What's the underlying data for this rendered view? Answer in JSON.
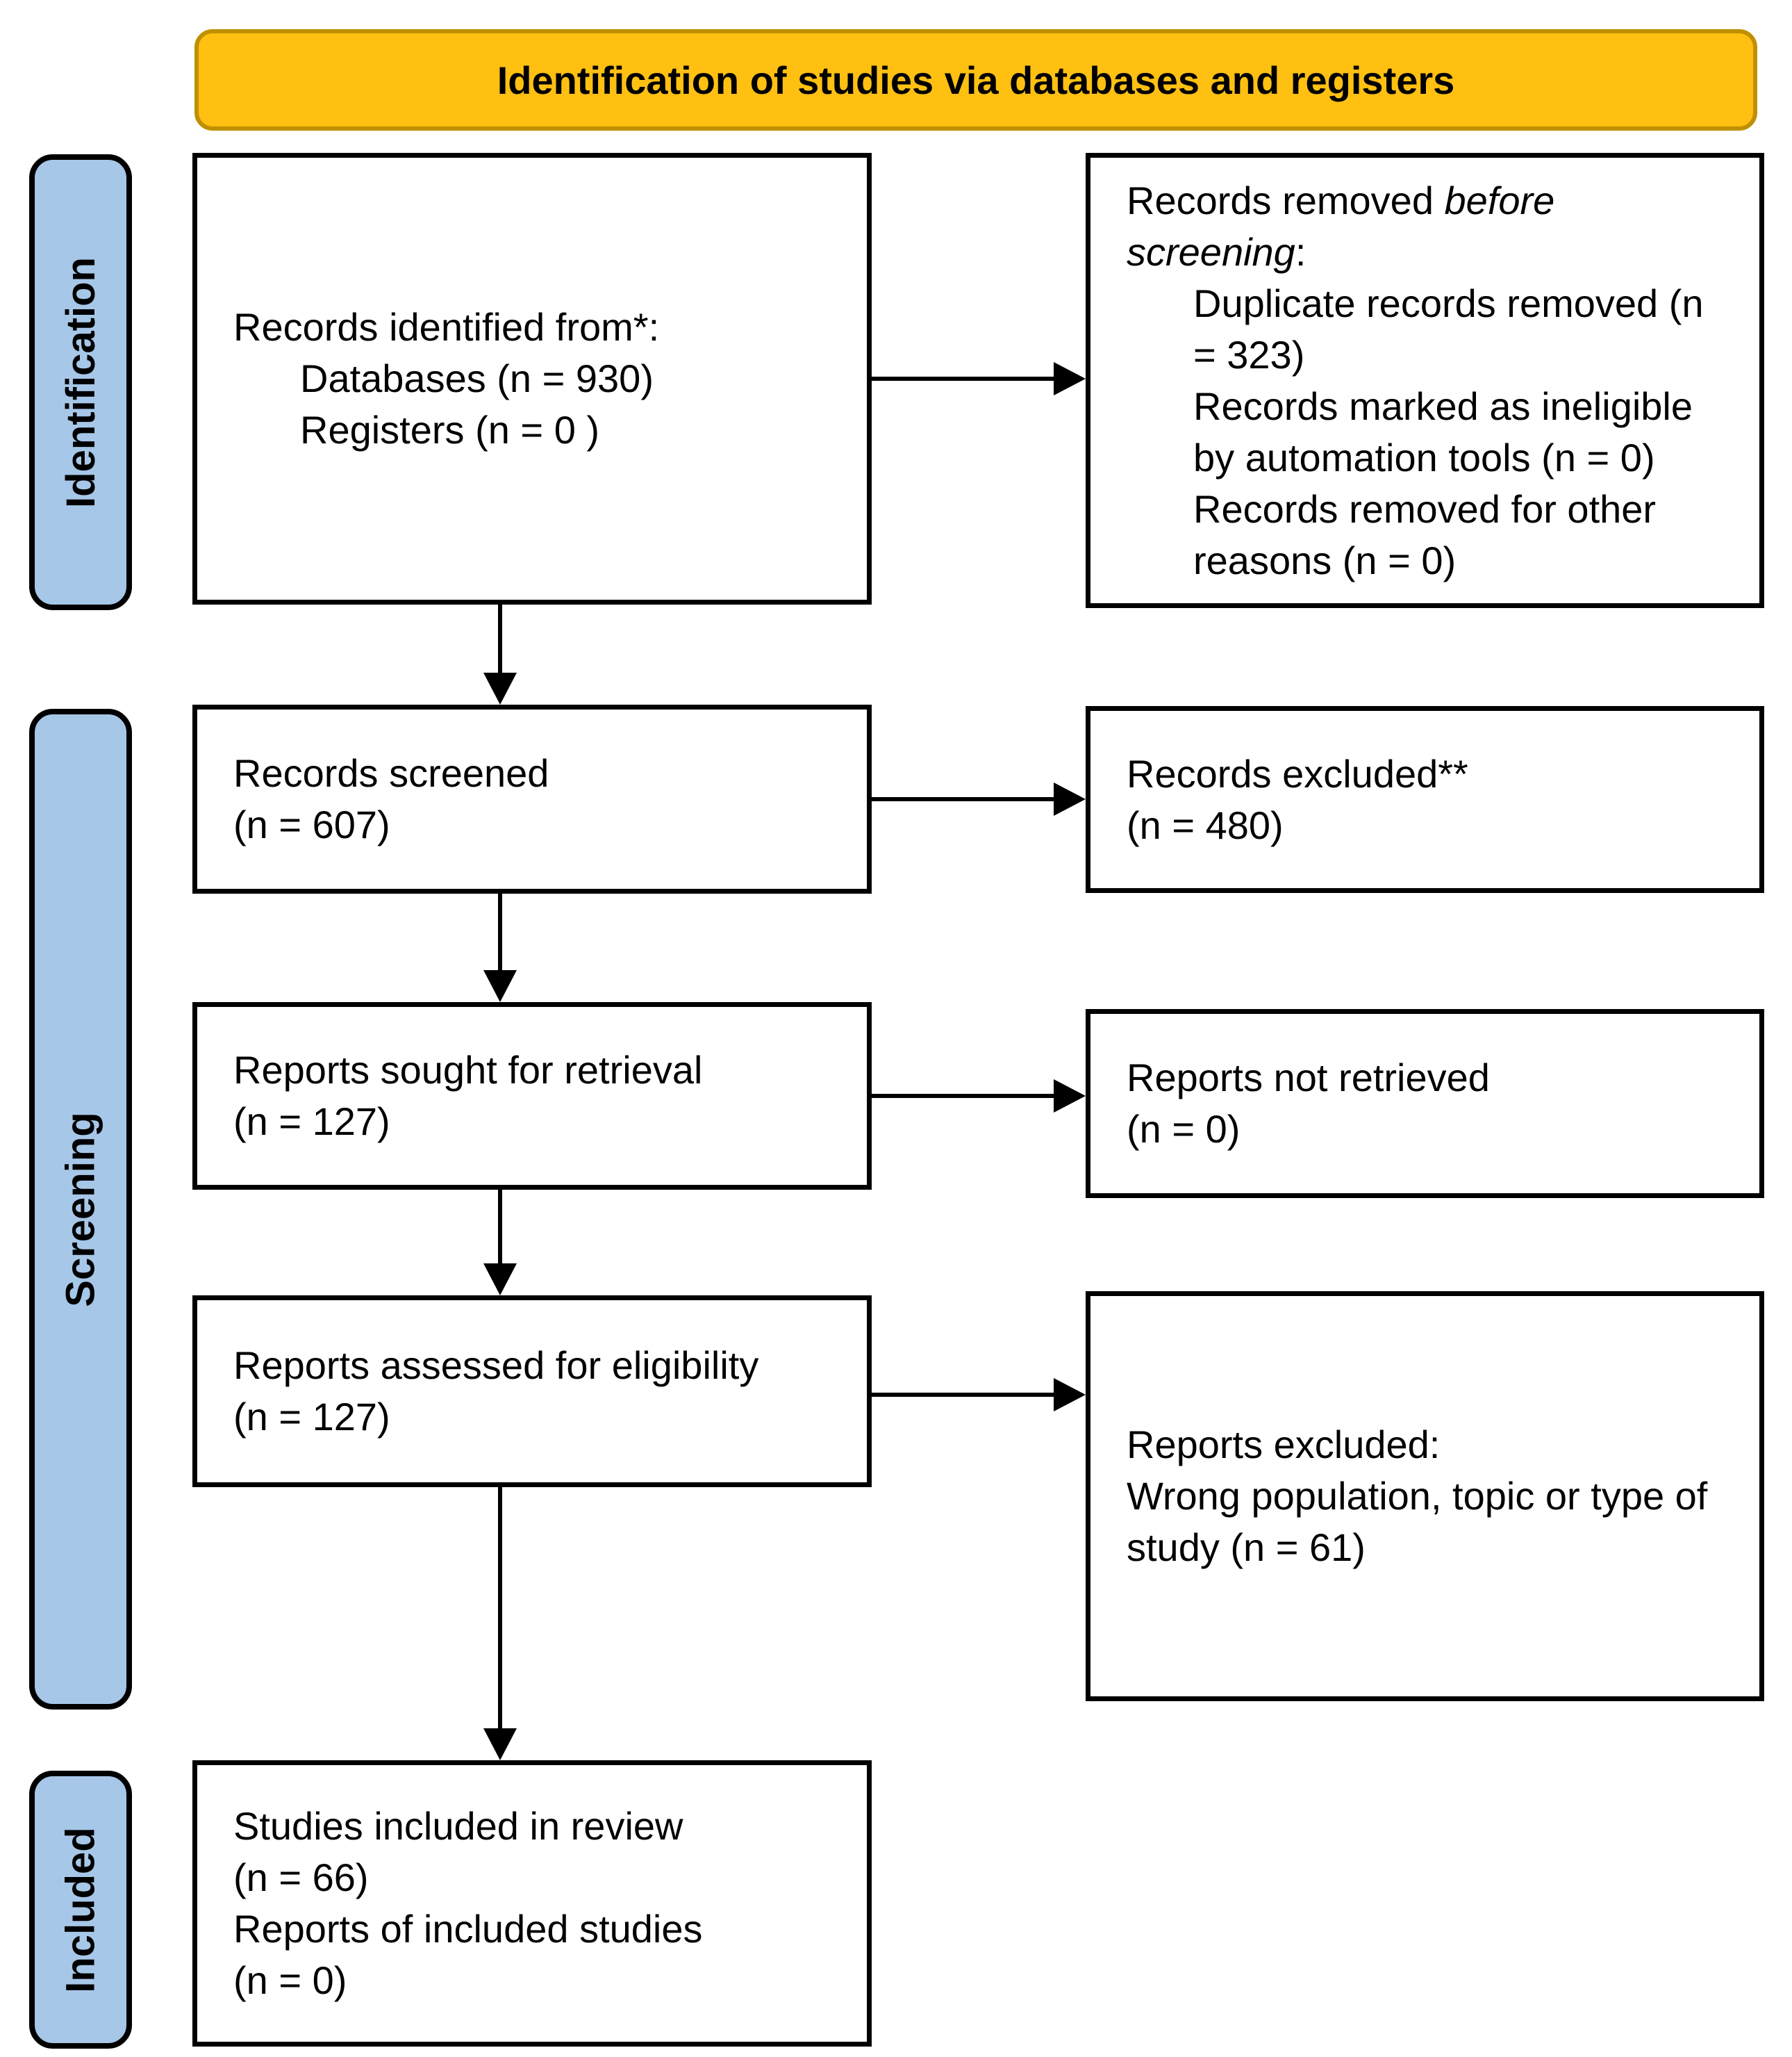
{
  "colors": {
    "header_bg": "#FFC012",
    "header_border": "#BF9000",
    "sidebar_bg": "#A7C7E8",
    "sidebar_border": "#000000",
    "box_border": "#000000",
    "arrow": "#000000",
    "text": "#000000"
  },
  "header": {
    "title": "Identification of studies via databases and registers"
  },
  "sidebar": {
    "identification": "Identification",
    "screening": "Screening",
    "included": "Included"
  },
  "boxes": {
    "records_identified": {
      "title": "Records identified from*:",
      "items": [
        "Databases (n = 930)",
        "Registers (n = 0 )"
      ]
    },
    "records_removed": {
      "intro_normal": "Records removed ",
      "intro_italic": "before screening",
      "intro_suffix": ":",
      "items": [
        "Duplicate records removed (n = 323)",
        "Records marked as ineligible by automation tools (n = 0)",
        "Records removed for other reasons (n = 0)"
      ]
    },
    "records_screened": {
      "lines": [
        "Records screened",
        "(n = 607)"
      ]
    },
    "records_excluded": {
      "lines": [
        "Records excluded**",
        "(n = 480)"
      ]
    },
    "reports_sought": {
      "lines": [
        "Reports sought for retrieval",
        "(n = 127)"
      ]
    },
    "reports_not_retrieved": {
      "lines": [
        "Reports not retrieved",
        "(n = 0)"
      ]
    },
    "reports_assessed": {
      "lines": [
        "Reports assessed for eligibility",
        "(n = 127)"
      ]
    },
    "reports_excluded": {
      "lines": [
        "Reports excluded:",
        "Wrong population, topic or type of study (n = 61)"
      ]
    },
    "studies_included": {
      "lines": [
        "Studies included in review",
        "(n = 66)",
        "Reports of included studies",
        "(n = 0)"
      ]
    }
  }
}
